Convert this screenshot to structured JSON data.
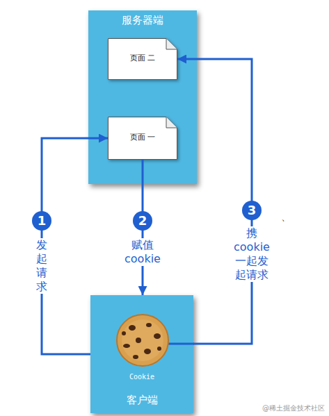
{
  "diagram": {
    "nodes": [
      {
        "text": [
          "服务器端"
        ]
      },
      {
        "text": [
          "页面 二"
        ],
        "in": 0
      },
      {
        "text": [
          "页面 一"
        ],
        "in": 0
      },
      {
        "text": [
          "Cookie",
          "客户端"
        ]
      }
    ],
    "edges": [
      {
        "from": 3,
        "to": 2,
        "arrow": "to",
        "label": "发起请求"
      },
      {
        "from": 2,
        "to": 3,
        "arrow": "to",
        "label": "赋值 cookie"
      },
      {
        "from": 3,
        "to": 1,
        "arrow": "to",
        "label": "携 cookie 一起发起请求"
      }
    ],
    "labels": [
      "1",
      "2",
      "3",
      "、",
      "@稀土掘金技术社区"
    ]
  }
}
